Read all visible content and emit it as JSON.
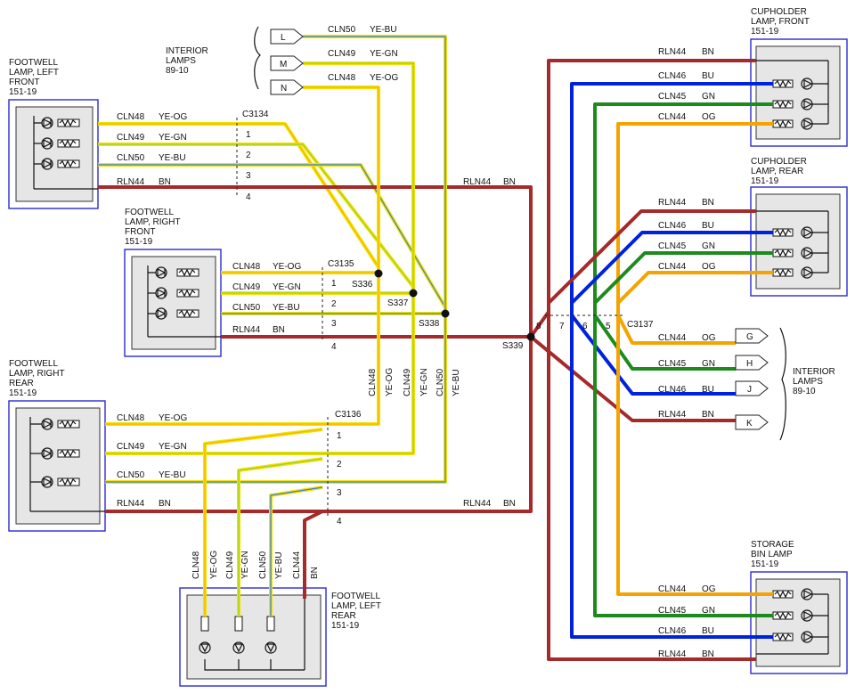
{
  "colors": {
    "YE": "#f2e200",
    "YE_OG": "#f4b400",
    "YE_GN": "#9acd32",
    "YE_BU": "#3a7bd5",
    "BN": "#a52a2a",
    "BU": "#0022dd",
    "GN": "#1e8a1e",
    "OG": "#f5a300",
    "component_border": "#2b2bd1"
  },
  "components": {
    "fl_front": [
      "FOOTWELL",
      "LAMP, LEFT",
      "FRONT",
      "151-19"
    ],
    "fr_front": [
      "FOOTWELL",
      "LAMP, RIGHT",
      "FRONT",
      "151-19"
    ],
    "fr_rear": [
      "FOOTWELL",
      "LAMP, RIGHT",
      "REAR",
      "151-19"
    ],
    "fl_rear": [
      "FOOTWELL",
      "LAMP, LEFT",
      "REAR",
      "151-19"
    ],
    "cup_front": [
      "CUPHOLDER",
      "LAMP, FRONT",
      "151-19"
    ],
    "cup_rear": [
      "CUPHOLDER",
      "LAMP, REAR",
      "151-19"
    ],
    "storage": [
      "STORAGE",
      "BIN LAMP",
      "151-19"
    ]
  },
  "interior_refs": {
    "top": [
      "INTERIOR",
      "LAMPS",
      "89-10"
    ],
    "right": [
      "INTERIOR",
      "LAMPS",
      "89-10"
    ]
  },
  "tags": {
    "top": [
      "L",
      "M",
      "N"
    ],
    "right": [
      "G",
      "H",
      "J",
      "K"
    ]
  },
  "connectors": {
    "c3134": "C3134",
    "c3135": "C3135",
    "c3136": "C3136",
    "c3137": "C3137"
  },
  "splices": {
    "s336": "S336",
    "s337": "S337",
    "s338": "S338",
    "s339": "S339"
  },
  "pins": {
    "p1": "1",
    "p2": "2",
    "p3": "3",
    "p4": "4",
    "p5": "5",
    "p6": "6",
    "p7": "7",
    "p8": "8"
  },
  "circuits": {
    "cln48": "CLN48",
    "cln49": "CLN49",
    "cln50": "CLN50",
    "cln44": "CLN44",
    "cln45": "CLN45",
    "cln46": "CLN46",
    "rln44": "RLN44"
  },
  "wire_colors": {
    "ye_og": "YE-OG",
    "ye_gn": "YE-GN",
    "ye_bu": "YE-BU",
    "bn": "BN",
    "bu": "BU",
    "gn": "GN",
    "og": "OG"
  }
}
